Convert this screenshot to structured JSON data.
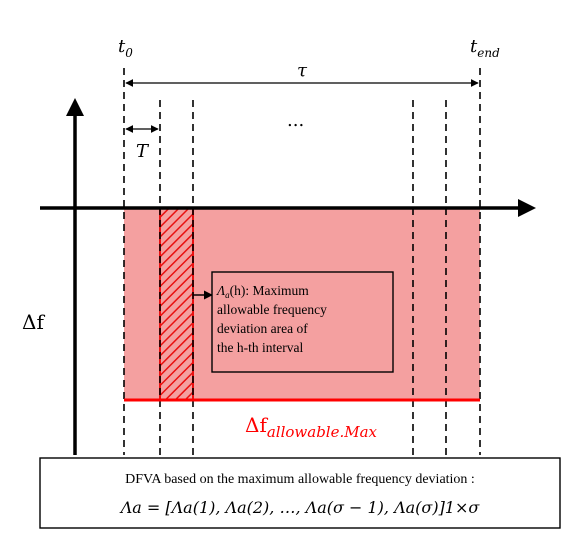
{
  "diagram": {
    "labels": {
      "t_start": "t",
      "t_start_sub": "0",
      "t_end": "t",
      "t_end_sub": "end",
      "tau": "τ",
      "ellipsis": "...",
      "T": "T",
      "delta_f": "Δf",
      "allowable_main": "Δf",
      "allowable_sub": "allowable.Max"
    },
    "callout": {
      "line1_sym": "Λ",
      "line1_sub": "a",
      "line1_arg": "(h)",
      "line1_text": ": Maximum",
      "line2": "allowable frequency",
      "line3": "deviation area of",
      "line4": "the h-th interval"
    },
    "footer": {
      "line1": "DFVA based on the maximum allowable frequency deviation :",
      "line2": "Λa = [Λa(1), Λa(2), …, Λa(σ − 1), Λa(σ)]1×σ"
    },
    "colors": {
      "region_fill": "#f4a0a0",
      "limit_line": "#ff0000",
      "hatch": "#ee1111",
      "axis": "#000000"
    }
  }
}
